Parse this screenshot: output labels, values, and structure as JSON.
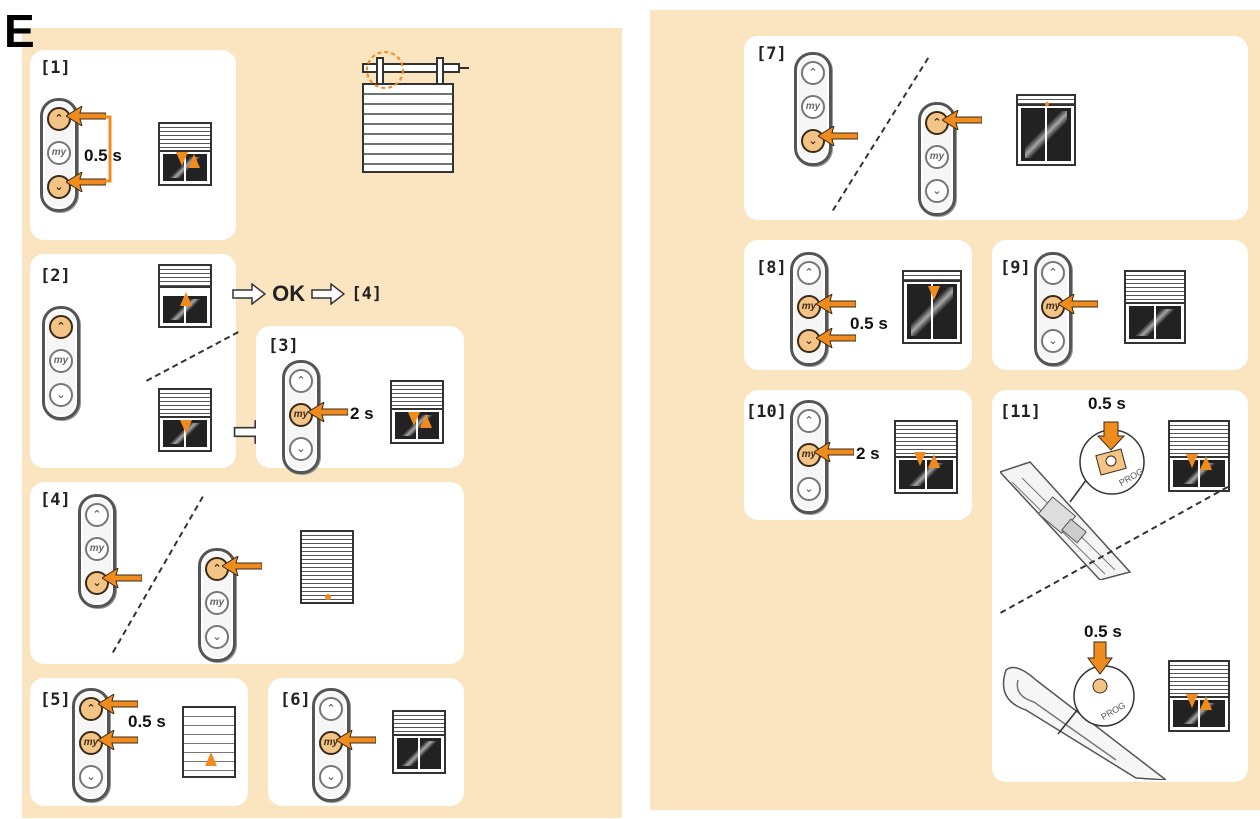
{
  "section_letter": "E",
  "steps": {
    "s1": "[1]",
    "s2": "[2]",
    "s3": "[3]",
    "s4": "[4]",
    "s5": "[5]",
    "s6": "[6]",
    "s7": "[7]",
    "s8": "[8]",
    "s9": "[9]",
    "s10": "[10]",
    "s11": "[11]"
  },
  "timers": {
    "s1": "0.5 s",
    "s3": "2 s",
    "s5": "0.5 s",
    "s8": "0.5 s",
    "s10": "2 s",
    "s11_top": "0.5 s",
    "s11_bottom": "0.5 s"
  },
  "flow": {
    "ok": "OK",
    "goto": "[4]"
  },
  "remote_labels": {
    "my": "my"
  },
  "prog_label": "PROG",
  "colors": {
    "panel": "#fbe4c0",
    "accent": "#f08c1e",
    "pressed": "#f3c486"
  },
  "icons": [
    "remote-control-icon",
    "shutter-icon",
    "press-arrow-icon",
    "hollow-arrow-icon",
    "prog-button-icon"
  ]
}
